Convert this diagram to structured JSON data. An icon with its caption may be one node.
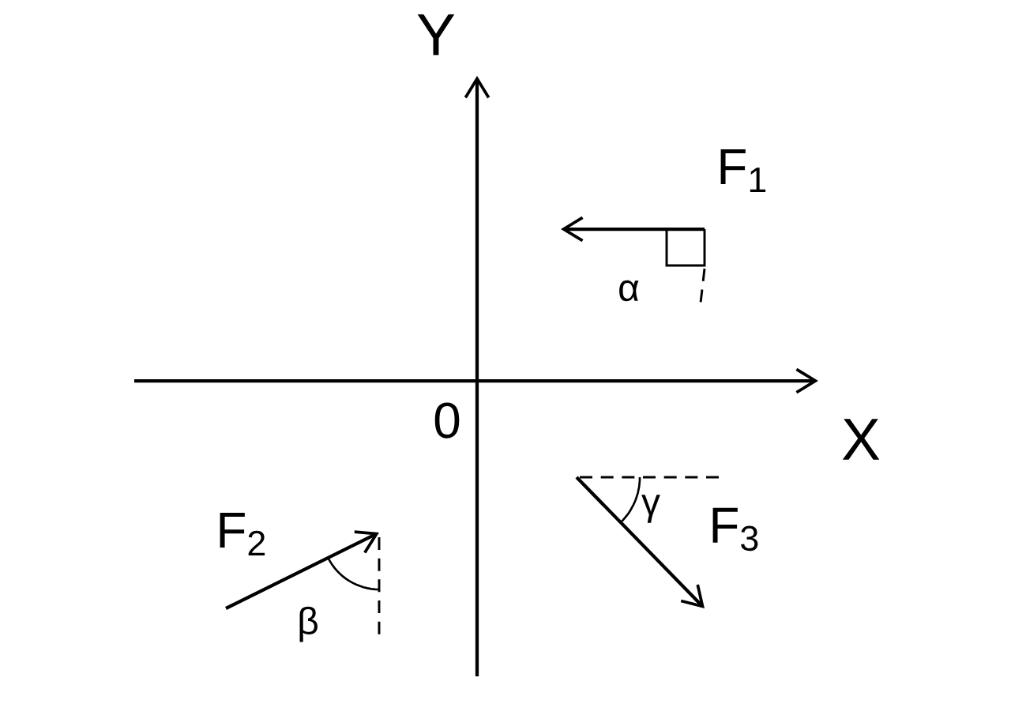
{
  "diagram": {
    "labels": [
      "Y",
      "F$_{1}$",
      "α",
      "0",
      "X",
      "F$_{2}$",
      "γ",
      "F$_{3}$",
      "β"
    ]
  }
}
